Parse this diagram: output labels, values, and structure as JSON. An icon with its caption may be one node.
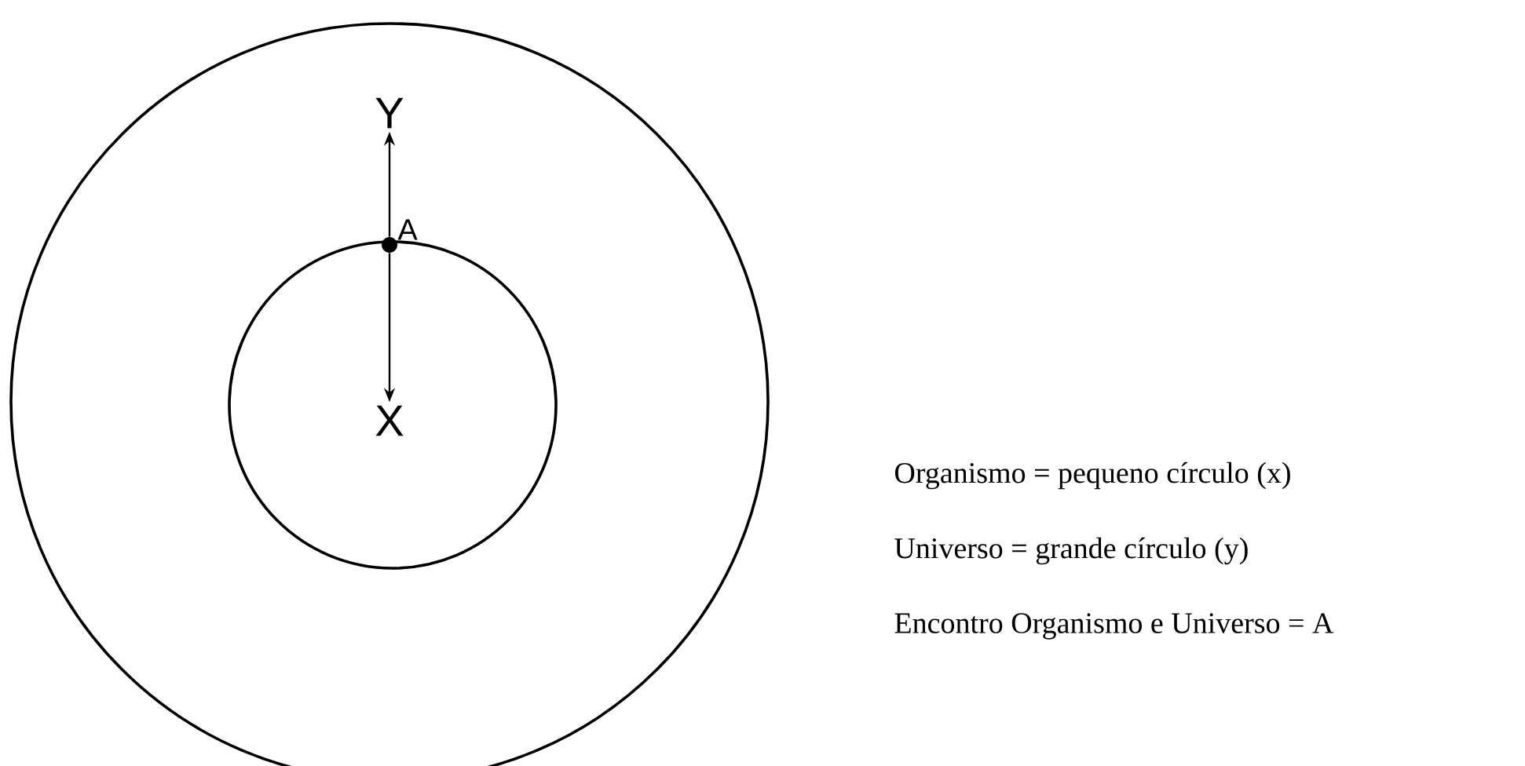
{
  "diagram": {
    "nodes": [
      {
        "text": [],
        "shape": "circle"
      },
      {
        "text": [],
        "shape": "circle",
        "in": 0
      },
      {
        "text": [
          "Y"
        ],
        "in": 0
      },
      {
        "text": [],
        "shape": "dot",
        "beside": [
          "A"
        ],
        "in": 0
      },
      {
        "text": [
          "X"
        ],
        "in": 1
      }
    ],
    "edges": [
      {
        "from": 3,
        "to": 2,
        "arrow": "to"
      },
      {
        "from": 3,
        "to": 4,
        "arrow": "to"
      }
    ],
    "labels": [
      "Organismo = pequeno círculo (x)",
      "Universo = grande círculo (y)",
      "Encontro Organismo e Universo = A"
    ]
  }
}
